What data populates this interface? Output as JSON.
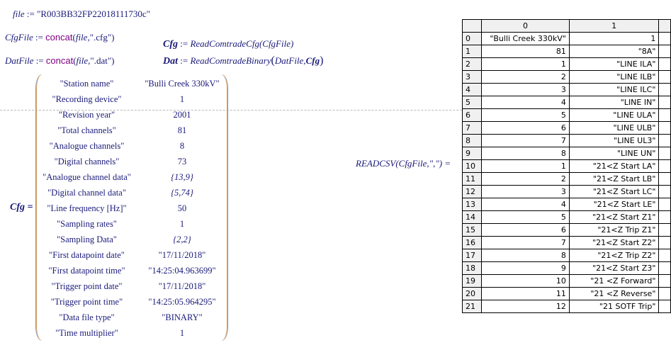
{
  "definitions": {
    "file": {
      "name": "file",
      "op": ":=",
      "value": "\"R003BB32FP22018111730c\""
    },
    "cfgfile": {
      "name": "CfgFile",
      "op": ":=",
      "fn": "concat",
      "args_open": "(",
      "arg1": "file",
      "arg2": ",\".cfg\"",
      "args_close": ")"
    },
    "datfile": {
      "name": "DatFile",
      "op": ":=",
      "fn": "concat",
      "args_open": "(",
      "arg1": "file",
      "arg2": ",\".dat\"",
      "args_close": ")"
    },
    "cfg": {
      "name": "Cfg",
      "op": ":=",
      "call": "ReadComtradeCfg(CfgFile)"
    },
    "dat": {
      "name": "Dat",
      "op": ":=",
      "call_fn": "ReadComtradeBinary",
      "call_open": "(",
      "call_args": "DatFile,",
      "call_arg2": "Cfg",
      "call_close": ")"
    }
  },
  "cfg_result": {
    "label": "Cfg =",
    "rows": [
      {
        "key": "\"Station name\"",
        "value": "\"Bulli Creek 330kV\""
      },
      {
        "key": "\"Recording device\"",
        "value": "1"
      },
      {
        "key": "\"Revision year\"",
        "value": "2001"
      },
      {
        "key": "\"Total channels\"",
        "value": "81"
      },
      {
        "key": "\"Analogue channels\"",
        "value": "8"
      },
      {
        "key": "\"Digital channels\"",
        "value": "73"
      },
      {
        "key": "\"Analogue channel data\"",
        "value": "{13,9}"
      },
      {
        "key": "\"Digital channel data\"",
        "value": "{5,74}"
      },
      {
        "key": "\"Line frequency [Hz]\"",
        "value": "50"
      },
      {
        "key": "\"Sampling rates\"",
        "value": "1"
      },
      {
        "key": "\"Sampling Data\"",
        "value": "{2,2}"
      },
      {
        "key": "\"First datapoint date\"",
        "value": "\"17/11/2018\""
      },
      {
        "key": "\"First datapoint time\"",
        "value": "\"14:25:04.963699\""
      },
      {
        "key": "\"Trigger point date\"",
        "value": "\"17/11/2018\""
      },
      {
        "key": "\"Trigger point time\"",
        "value": "\"14:25:05.964295\""
      },
      {
        "key": "\"Data file type\"",
        "value": "\"BINARY\""
      },
      {
        "key": "\"Time multiplier\"",
        "value": "1"
      }
    ]
  },
  "readcsv": {
    "expression": "READCSV(CfgFile,\",\") =",
    "columns": [
      "",
      "0",
      "1",
      ""
    ],
    "rows": [
      {
        "i": "0",
        "c0": "\"Bulli Creek 330kV\"",
        "c1": "1"
      },
      {
        "i": "1",
        "c0": "81",
        "c1": "\"8A\""
      },
      {
        "i": "2",
        "c0": "1",
        "c1": "\"LINE ILA\""
      },
      {
        "i": "3",
        "c0": "2",
        "c1": "\"LINE ILB\""
      },
      {
        "i": "4",
        "c0": "3",
        "c1": "\"LINE ILC\""
      },
      {
        "i": "5",
        "c0": "4",
        "c1": "\"LINE IN\""
      },
      {
        "i": "6",
        "c0": "5",
        "c1": "\"LINE ULA\""
      },
      {
        "i": "7",
        "c0": "6",
        "c1": "\"LINE ULB\""
      },
      {
        "i": "8",
        "c0": "7",
        "c1": "\"LINE UL3\""
      },
      {
        "i": "9",
        "c0": "8",
        "c1": "\"LINE UN\""
      },
      {
        "i": "10",
        "c0": "1",
        "c1": "\"21<Z Start LA\""
      },
      {
        "i": "11",
        "c0": "2",
        "c1": "\"21<Z Start LB\""
      },
      {
        "i": "12",
        "c0": "3",
        "c1": "\"21<Z Start LC\""
      },
      {
        "i": "13",
        "c0": "4",
        "c1": "\"21<Z Start LE\""
      },
      {
        "i": "14",
        "c0": "5",
        "c1": "\"21<Z Start Z1\""
      },
      {
        "i": "15",
        "c0": "6",
        "c1": "\"21<Z Trip Z1\""
      },
      {
        "i": "16",
        "c0": "7",
        "c1": "\"21<Z Start Z2\""
      },
      {
        "i": "17",
        "c0": "8",
        "c1": "\"21<Z Trip Z2\""
      },
      {
        "i": "18",
        "c0": "9",
        "c1": "\"21<Z Start Z3\""
      },
      {
        "i": "19",
        "c0": "10",
        "c1": "\"21 <Z Forward\""
      },
      {
        "i": "20",
        "c0": "11",
        "c1": "\"21 <Z Reverse\""
      },
      {
        "i": "21",
        "c0": "12",
        "c1": "\"21 SOTF Trip\""
      }
    ]
  },
  "colors": {
    "math_text": "#1a1a7a",
    "builtin_function": "#800080",
    "header_bg": "#f0f0f0",
    "page_break": "#b8b8b8"
  }
}
